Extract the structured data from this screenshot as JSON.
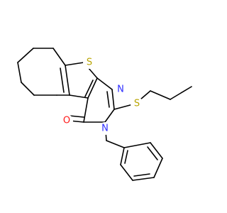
{
  "molecule": {
    "atom_labels": {
      "sulfur_thiophene": "S",
      "nitrogen_imine": "N",
      "nitrogen_amide": "N",
      "oxygen_carbonyl": "O",
      "sulfur_thioether": "S"
    },
    "colors": {
      "bond": "#000000",
      "sulfur": "#b8a400",
      "nitrogen": "#2e2eff",
      "oxygen": "#ff1a1a"
    }
  }
}
